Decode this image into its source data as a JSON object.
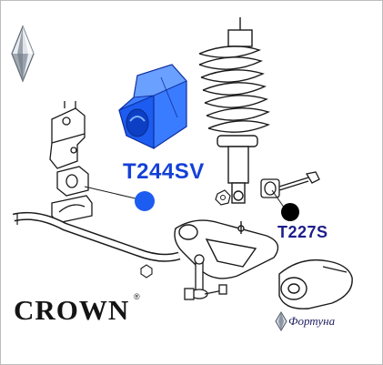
{
  "parts": {
    "main_code": "T244SV",
    "second_code": "T227S"
  },
  "brand": {
    "name": "CROWN",
    "registered": "®",
    "seller": "Фортуна"
  },
  "colors": {
    "bushing_blue": "#1d5cf0",
    "main_code": "#1440d8",
    "second_code": "#1e1e8c",
    "outline": "#1a1a1a"
  },
  "icons": {
    "top_logo": "diamond-logo-icon",
    "seller_logo": "diamond-small-icon"
  }
}
